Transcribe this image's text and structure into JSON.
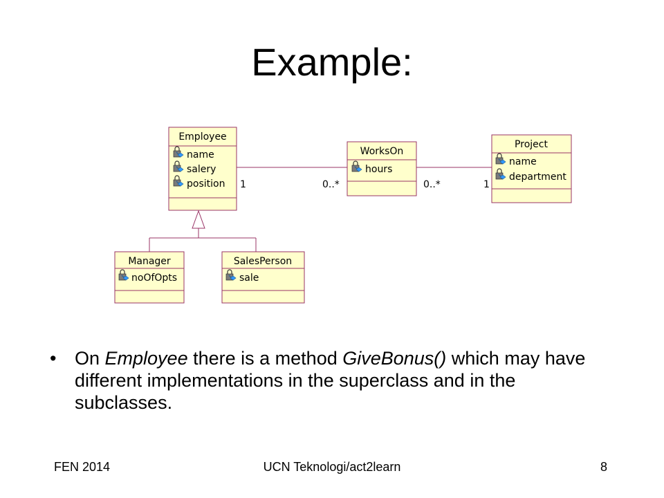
{
  "title": "Example:",
  "diagram": {
    "classes": {
      "employee": {
        "name": "Employee",
        "attributes": [
          "name",
          "salery",
          "position"
        ]
      },
      "works_on": {
        "name": "WorksOn",
        "attributes": [
          "hours"
        ]
      },
      "project": {
        "name": "Project",
        "attributes": [
          "name",
          "department"
        ]
      },
      "manager": {
        "name": "Manager",
        "attributes": [
          "noOfOpts"
        ]
      },
      "sales_person": {
        "name": "SalesPerson",
        "attributes": [
          "sale"
        ]
      }
    },
    "multiplicities": {
      "employee_end": "1",
      "worksOn_left": "0..*",
      "worksOn_right": "0..*",
      "project_end": "1"
    },
    "colors": {
      "box_fill": "#ffffcc",
      "line": "#993366",
      "lock_icon": "#777777",
      "key_icon": "#3399ff"
    }
  },
  "bullet": {
    "pre": "On ",
    "em1": "Employee",
    "mid": " there is a method ",
    "em2": "GiveBonus()",
    "post": " which may have different implementations in the superclass and in the subclasses."
  },
  "footer": {
    "left": "FEN 2014",
    "center": "UCN Teknologi/act2learn",
    "page": "8"
  }
}
